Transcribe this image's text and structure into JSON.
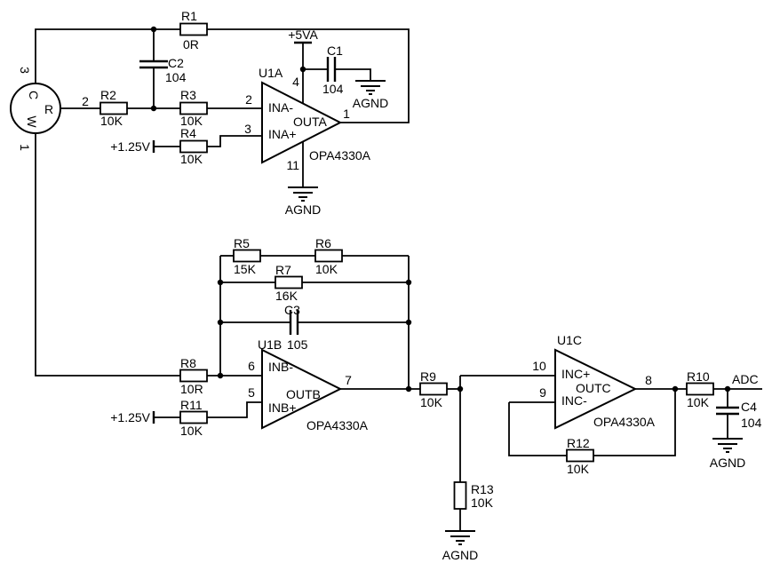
{
  "schematic": {
    "sensor": {
      "letter_c": "C",
      "letter_w": "W",
      "letter_r": "R",
      "pin_top": "3",
      "pin_right": "2",
      "pin_bottom": "1"
    },
    "resistors": {
      "r1": {
        "ref": "R1",
        "value": "0R"
      },
      "r2": {
        "ref": "R2",
        "value": "10K"
      },
      "r3": {
        "ref": "R3",
        "value": "10K"
      },
      "r4": {
        "ref": "R4",
        "value": "10K"
      },
      "r5": {
        "ref": "R5",
        "value": "15K"
      },
      "r6": {
        "ref": "R6",
        "value": "10K"
      },
      "r7": {
        "ref": "R7",
        "value": "16K"
      },
      "r8": {
        "ref": "R8",
        "value": "10R"
      },
      "r9": {
        "ref": "R9",
        "value": "10K"
      },
      "r10": {
        "ref": "R10",
        "value": "10K"
      },
      "r11": {
        "ref": "R11",
        "value": "10K"
      },
      "r12": {
        "ref": "R12",
        "value": "10K"
      },
      "r13": {
        "ref": "R13",
        "value": "10K"
      }
    },
    "capacitors": {
      "c1": {
        "ref": "C1",
        "value": "104"
      },
      "c2": {
        "ref": "C2",
        "value": "104"
      },
      "c3": {
        "ref": "C3",
        "value": "105"
      },
      "c4": {
        "ref": "C4",
        "value": "104"
      }
    },
    "opamps": {
      "u1a": {
        "ref": "U1A",
        "part": "OPA4330A",
        "in_neg": "INA-",
        "in_pos": "INA+",
        "out": "OUTA",
        "pin_in_neg": "2",
        "pin_in_pos": "3",
        "pin_out": "1",
        "pin_vplus": "4",
        "pin_vminus": "11"
      },
      "u1b": {
        "ref": "U1B",
        "part": "OPA4330A",
        "in_neg": "INB-",
        "in_pos": "INB+",
        "out": "OUTB",
        "pin_in_neg": "6",
        "pin_in_pos": "5",
        "pin_out": "7"
      },
      "u1c": {
        "ref": "U1C",
        "part": "OPA4330A",
        "in_pos": "INC+",
        "in_neg": "INC-",
        "out": "OUTC",
        "pin_in_pos": "10",
        "pin_in_neg": "9",
        "pin_out": "8"
      }
    },
    "nets": {
      "vdd": "+5VA",
      "vref": "+1.25V",
      "agnd": "AGND",
      "adc": "ADC"
    }
  }
}
